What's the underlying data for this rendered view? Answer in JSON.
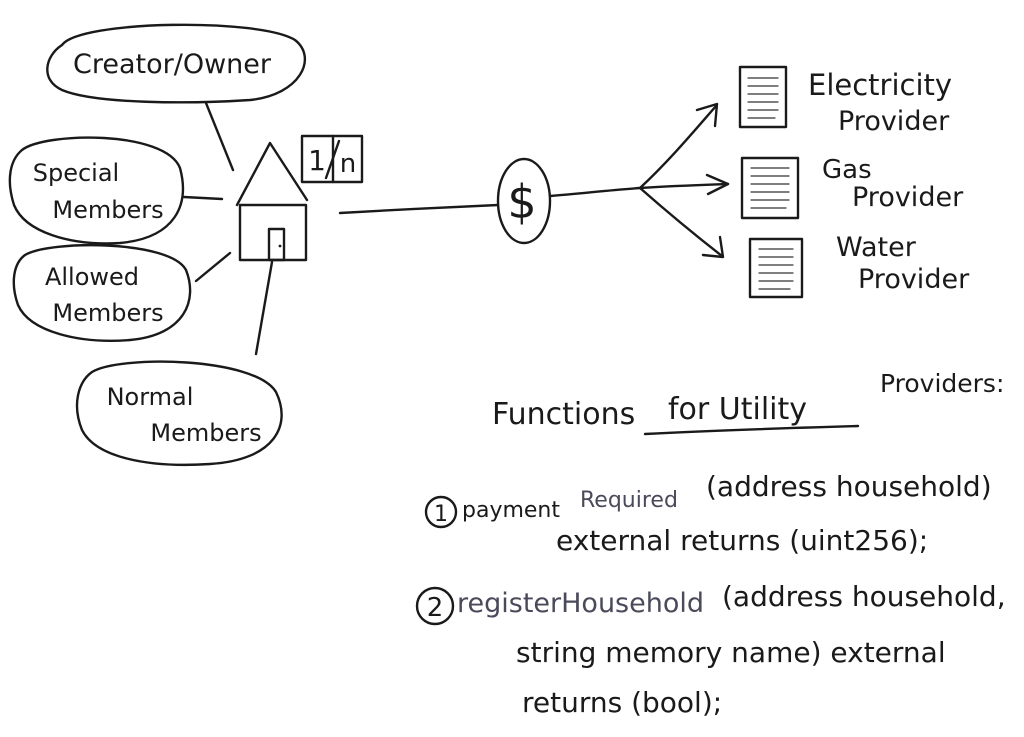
{
  "roles": {
    "creator": "Creator/Owner",
    "special_line1": "Special",
    "special_line2": "Members",
    "allowed_line1": "Allowed",
    "allowed_line2": "Members",
    "normal_line1": "Normal",
    "normal_line2": "Members"
  },
  "household": {
    "ratio_left": "1",
    "ratio_right": "n"
  },
  "payment": {
    "symbol": "$"
  },
  "providers": {
    "electricity_line1": "Electricity",
    "electricity_line2": "Provider",
    "gas_line1": "Gas",
    "gas_line2": "Provider",
    "water_line1": "Water",
    "water_line2": "Provider"
  },
  "functions": {
    "heading_part1": "Functions",
    "heading_part2": "for Utility",
    "heading_part3": "Providers:",
    "f1_number": "1",
    "f1_name_a": "payment",
    "f1_name_b": "Required",
    "f1_args": "(address household)",
    "f1_line2": "external returns (uint256);",
    "f2_number": "2",
    "f2_name": "registerHousehold",
    "f2_args": "(address household,",
    "f2_line2": "string memory name) external",
    "f2_line3": "returns (bool);"
  }
}
